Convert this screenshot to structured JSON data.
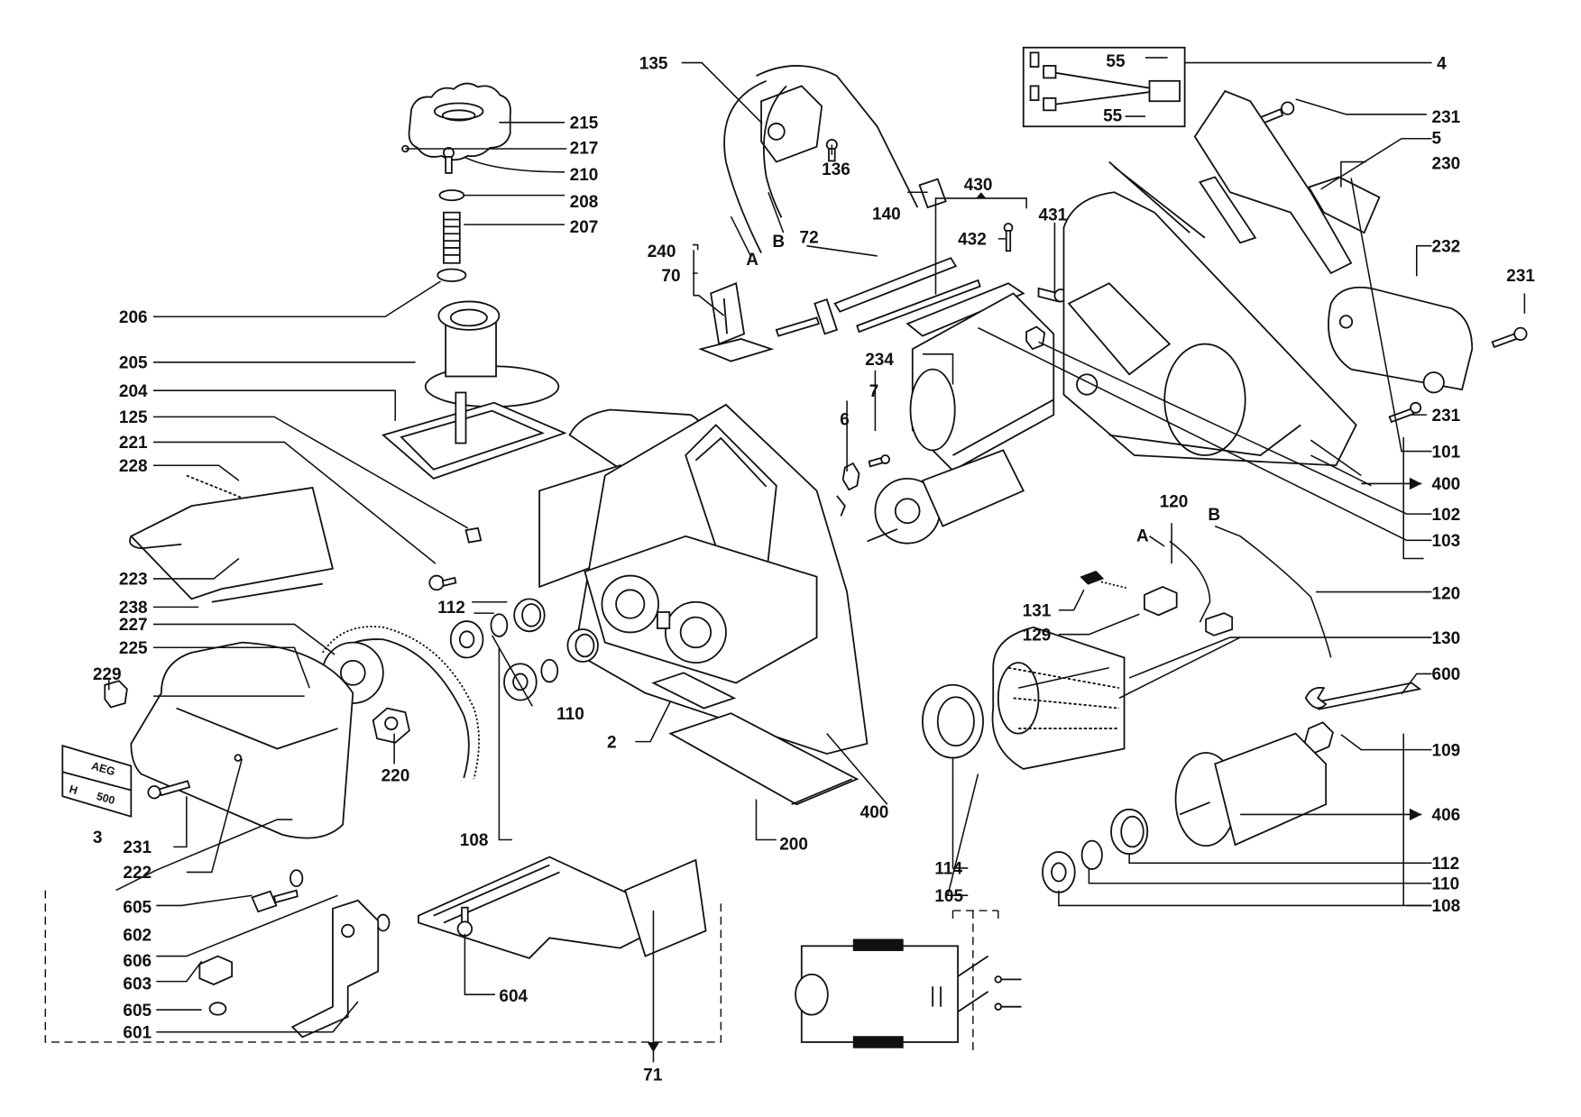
{
  "title": "Exploded parts diagram - AEG H 500 planer",
  "nameplate": {
    "line1": "AEG",
    "line2a": "H",
    "line2b": "500"
  },
  "labels": {
    "p135": "135",
    "p215": "215",
    "p217": "217",
    "p210": "210",
    "p208": "208",
    "p207": "207",
    "p206": "206",
    "p205": "205",
    "p204": "204",
    "p125": "125",
    "p221": "221",
    "p228": "228",
    "p223": "223",
    "p238": "238",
    "p227": "227",
    "p225": "225",
    "p229": "229",
    "p3": "3",
    "p231a": "231",
    "p222": "222",
    "p605a": "605",
    "p602": "602",
    "p606": "606",
    "p603": "603",
    "p605b": "605",
    "p601": "601",
    "p71": "71",
    "p604": "604",
    "p108a": "108",
    "p112a": "112",
    "p110a": "110",
    "p220": "220",
    "p2": "2",
    "p200": "200",
    "p400a": "400",
    "p240": "240",
    "p70": "70",
    "p136": "136",
    "p140": "140",
    "pA": "A",
    "pB": "B",
    "p72": "72",
    "p430": "430",
    "p432": "432",
    "p431": "431",
    "p234": "234",
    "p7": "7",
    "p6": "6",
    "p55a": "55",
    "p55b": "55",
    "p4": "4",
    "p231b": "231",
    "p5": "5",
    "p230": "230",
    "p232": "232",
    "p231c": "231",
    "p231d": "231",
    "p101": "101",
    "p400b": "400",
    "p102": "102",
    "p103": "103",
    "p120a": "120",
    "pA2": "A",
    "pB2": "B",
    "p120b": "120",
    "p131": "131",
    "p129": "129",
    "p130": "130",
    "p600": "600",
    "p109": "109",
    "p406": "406",
    "p112b": "112",
    "p110b": "110",
    "p108b": "108",
    "p114": "114",
    "p105": "105"
  }
}
